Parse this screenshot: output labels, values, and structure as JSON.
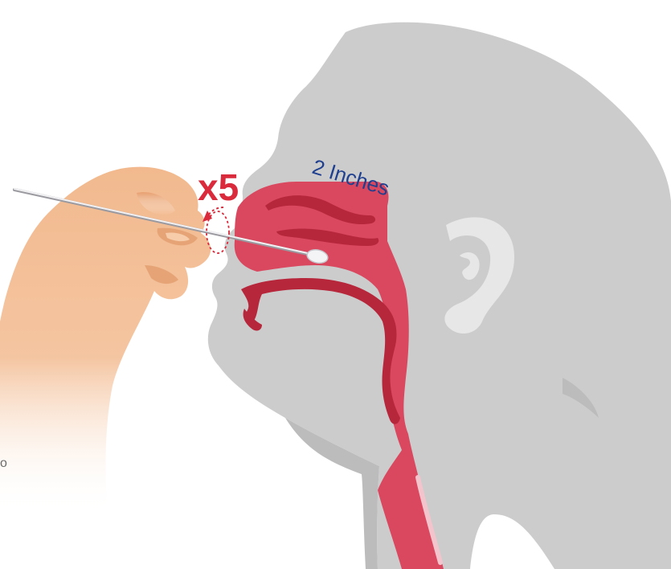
{
  "labels": {
    "rotations": "x5",
    "insertion_depth": "2 Inches",
    "edge_text": "o"
  },
  "colors": {
    "head": "#cdcccd",
    "head_shadow": "#bdbcbd",
    "cavity": "#d9485f",
    "cavity_dark": "#b7273c",
    "skin": "#f2b98e",
    "skin_dark": "#df9a6c",
    "swab": "#e7e7ea",
    "accent_red": "#d92b3c",
    "accent_blue": "#1f3f8f"
  },
  "icons": [
    "head-silhouette",
    "ear-icon",
    "hand-icon",
    "swab-icon",
    "rotation-arrow-icon"
  ]
}
